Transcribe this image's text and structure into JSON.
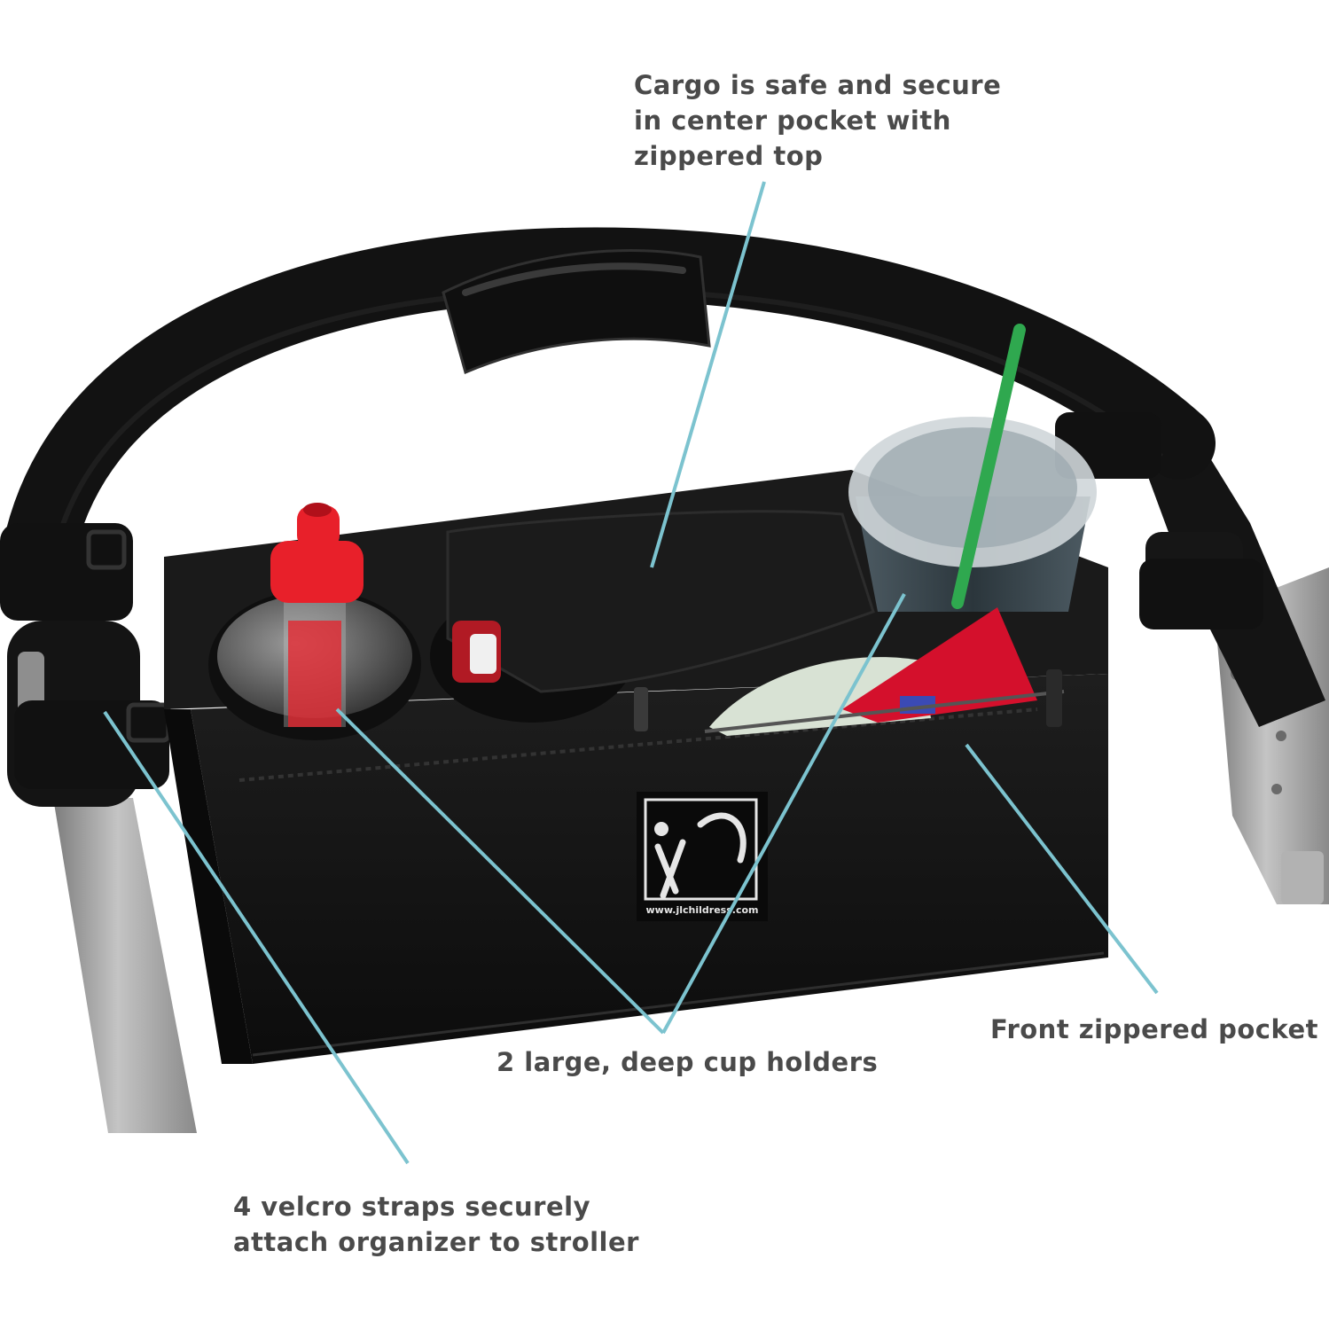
{
  "callouts": {
    "cargo": {
      "lines": [
        "Cargo is safe and secure",
        "in center pocket with",
        "zippered top"
      ]
    },
    "cup_holders": {
      "lines": [
        "2 large, deep cup holders"
      ]
    },
    "front_pocket": {
      "lines": [
        "Front zippered pocket"
      ]
    },
    "velcro": {
      "lines": [
        "4 velcro straps securely",
        "attach organizer to stroller"
      ]
    }
  },
  "logo": {
    "url_text": "www.jlchildress.com"
  },
  "colors": {
    "leader_line": "#7cc3cf",
    "callout_text": "#4a4a4a",
    "organizer_fabric": "#151515",
    "frame_silver": "#a9a9a9",
    "bottle_cap": "#e8202a",
    "straw": "#2fa84f",
    "snack_packet": "#d4102c"
  }
}
